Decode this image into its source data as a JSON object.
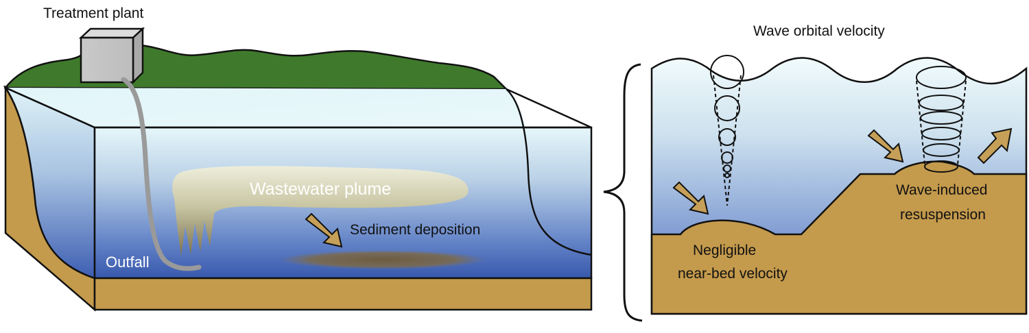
{
  "left_panel": {
    "treatment_plant": "Treatment plant",
    "wastewater_plume": "Wastewater plume",
    "sediment_deposition": "Sediment deposition",
    "outfall": "Outfall"
  },
  "right_panel": {
    "title": "Wave orbital velocity",
    "negligible_line1": "Negligible",
    "negligible_line2": "near-bed velocity",
    "resuspension_line1": "Wave-induced",
    "resuspension_line2": "resuspension"
  },
  "colors": {
    "land_green": "#3f7a2c",
    "sediment_tan": "#c49a4c",
    "water_top": "#e4f6f9",
    "water_bottom": "#3a5cb0",
    "plume_light": "#e9ead7",
    "plume_dark": "#6d6446",
    "arrow": "#c6a058",
    "pipe": "#9a9a9a"
  }
}
